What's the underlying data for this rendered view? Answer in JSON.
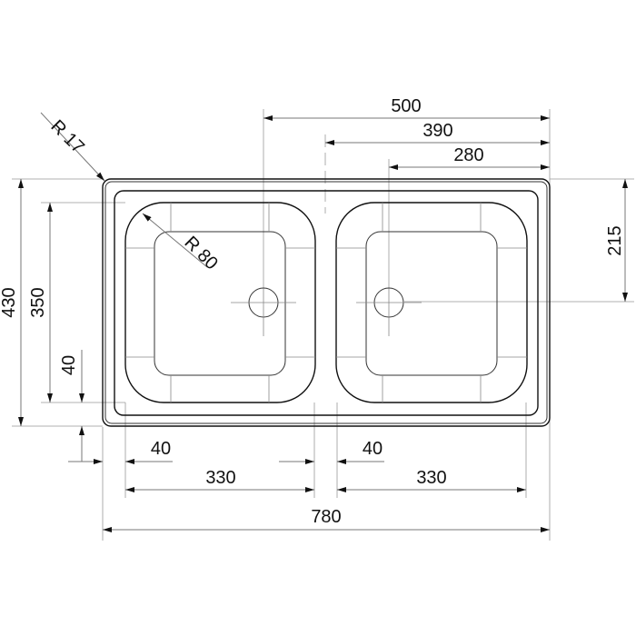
{
  "title": "Double bowl sink dimension drawing",
  "dimensions": {
    "overall_width": "780",
    "overall_depth": "430",
    "bowl_depth": "350",
    "bowl_width_left": "330",
    "bowl_width_right": "330",
    "left_margin": "40",
    "center_gap": "40",
    "bottom_margin": "40",
    "drain_left_from_right": "500",
    "center_from_right": "390",
    "drain_right_from_right": "280",
    "drain_from_top": "215",
    "corner_radius": "R 17",
    "bowl_radius": "R 80"
  },
  "colors": {
    "line": "#111111",
    "dimension": "#777777"
  }
}
